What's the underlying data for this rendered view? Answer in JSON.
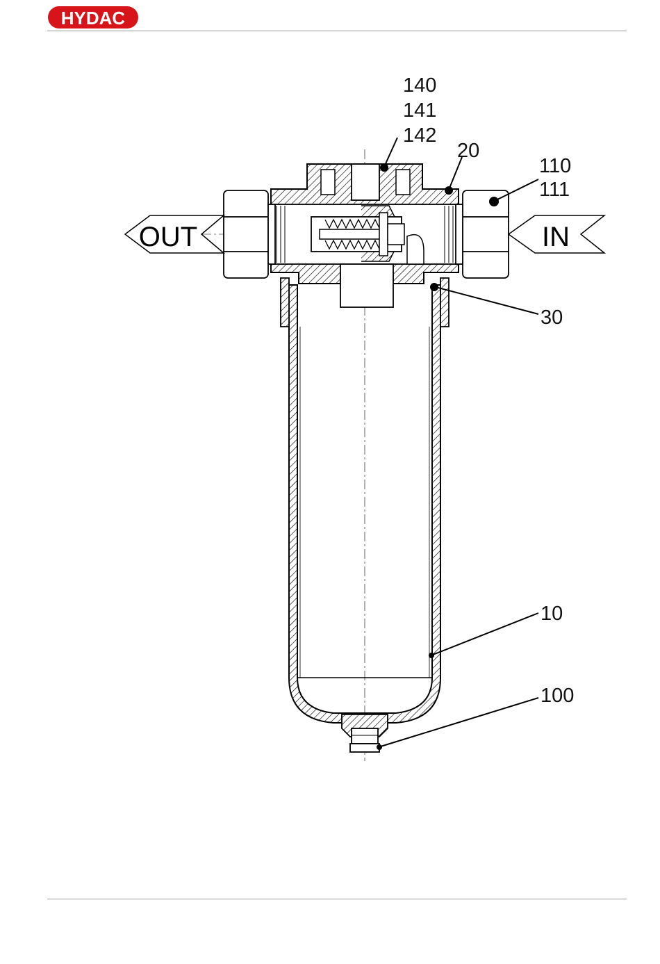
{
  "brand": {
    "logo_text": "HYDAC",
    "color": "#d7141a"
  },
  "diagram": {
    "flow_out": "OUT",
    "flow_in": "IN",
    "labels": {
      "l140": "140",
      "l141": "141",
      "l142": "142",
      "l20": "20",
      "l110": "110",
      "l111": "111",
      "l30": "30",
      "l10": "10",
      "l100": "100"
    }
  }
}
